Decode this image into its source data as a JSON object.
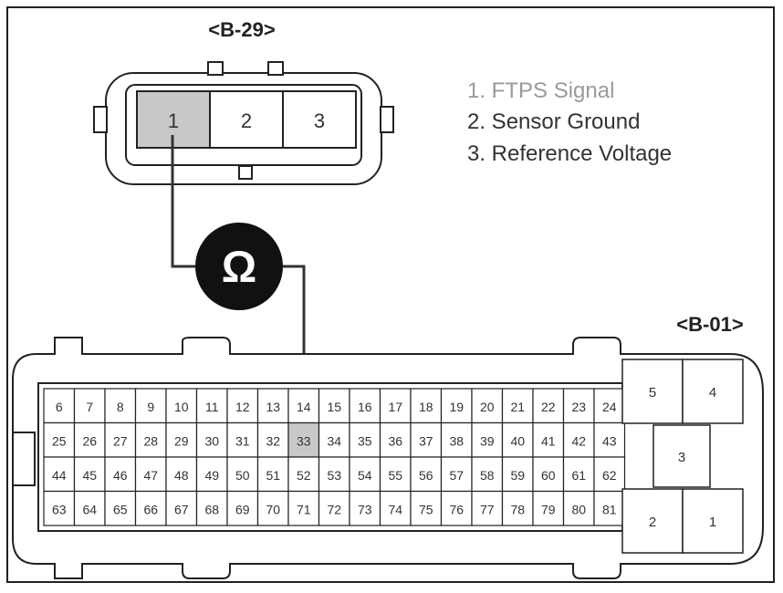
{
  "connector_top": {
    "label": "<B-29>",
    "pins": [
      "1",
      "2",
      "3"
    ],
    "highlighted_pin": "1"
  },
  "legend": {
    "items": [
      "1. FTPS Signal",
      "2. Sensor Ground",
      "3. Reference Voltage"
    ],
    "highlighted_index": 0
  },
  "meter": {
    "symbol": "Ω"
  },
  "connector_bottom": {
    "label": "<B-01>",
    "rows": [
      [
        "6",
        "7",
        "8",
        "9",
        "10",
        "11",
        "12",
        "13",
        "14",
        "15",
        "16",
        "17",
        "18",
        "19",
        "20",
        "21",
        "22",
        "23",
        "24"
      ],
      [
        "25",
        "26",
        "27",
        "28",
        "29",
        "30",
        "31",
        "32",
        "33",
        "34",
        "35",
        "36",
        "37",
        "38",
        "39",
        "40",
        "41",
        "42",
        "43"
      ],
      [
        "44",
        "45",
        "46",
        "47",
        "48",
        "49",
        "50",
        "51",
        "52",
        "53",
        "54",
        "55",
        "56",
        "57",
        "58",
        "59",
        "60",
        "61",
        "62"
      ],
      [
        "63",
        "64",
        "65",
        "66",
        "67",
        "68",
        "69",
        "70",
        "71",
        "72",
        "73",
        "74",
        "75",
        "76",
        "77",
        "78",
        "79",
        "80",
        "81"
      ]
    ],
    "highlighted_pin": "33",
    "side_pins": [
      "5",
      "4",
      "3",
      "2",
      "1"
    ]
  },
  "colors": {
    "outline": "#222222",
    "highlight_fill": "#c8c8c8",
    "legend_highlight": "#9a9a9a",
    "legend_text": "#333333",
    "meter_fill": "#111111"
  }
}
